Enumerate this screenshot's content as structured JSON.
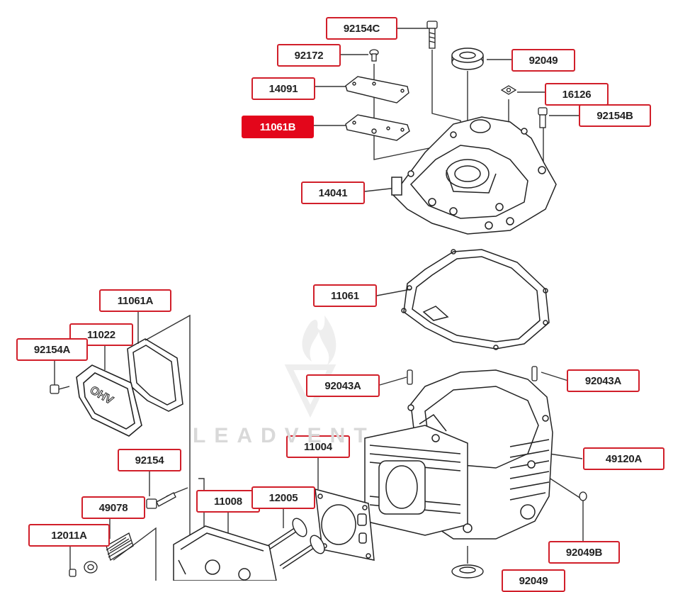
{
  "watermark": {
    "text": "LEADVENT"
  },
  "colors": {
    "accent": "#d11f2a",
    "active": "#e3061b",
    "line": "#333333"
  },
  "parts": [
    {
      "id": "92154C",
      "label": "92154C",
      "active": false
    },
    {
      "id": "92172",
      "label": "92172",
      "active": false
    },
    {
      "id": "92049-top",
      "label": "92049",
      "active": false
    },
    {
      "id": "14091",
      "label": "14091",
      "active": false
    },
    {
      "id": "16126",
      "label": "16126",
      "active": false
    },
    {
      "id": "11061B",
      "label": "11061B",
      "active": true
    },
    {
      "id": "92154B",
      "label": "92154B",
      "active": false
    },
    {
      "id": "14041",
      "label": "14041",
      "active": false
    },
    {
      "id": "11061A",
      "label": "11061A",
      "active": false
    },
    {
      "id": "11061",
      "label": "11061",
      "active": false
    },
    {
      "id": "11022",
      "label": "11022",
      "active": false
    },
    {
      "id": "92154A",
      "label": "92154A",
      "active": false
    },
    {
      "id": "92043A-left",
      "label": "92043A",
      "active": false
    },
    {
      "id": "92043A-right",
      "label": "92043A",
      "active": false
    },
    {
      "id": "11004",
      "label": "11004",
      "active": false
    },
    {
      "id": "49120A",
      "label": "49120A",
      "active": false
    },
    {
      "id": "92154",
      "label": "92154",
      "active": false
    },
    {
      "id": "49078",
      "label": "49078",
      "active": false
    },
    {
      "id": "11008",
      "label": "11008",
      "active": false
    },
    {
      "id": "12005",
      "label": "12005",
      "active": false
    },
    {
      "id": "12011A",
      "label": "12011A",
      "active": false
    },
    {
      "id": "92049B",
      "label": "92049B",
      "active": false
    },
    {
      "id": "92049-bottom",
      "label": "92049",
      "active": false
    }
  ],
  "engine_cover_text": "OHV"
}
